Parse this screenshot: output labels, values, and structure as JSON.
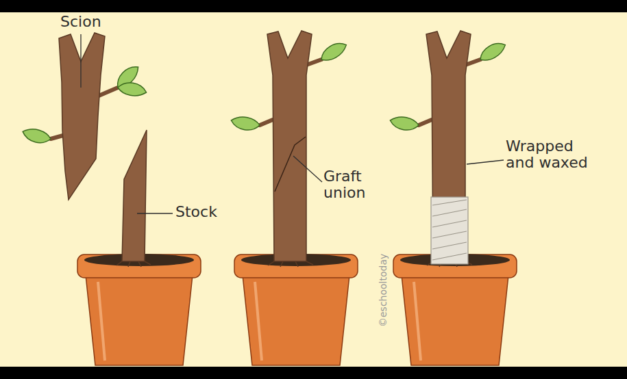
{
  "diagram": {
    "labels": [
      "Scion",
      "Stock",
      "Graft union",
      "Wrapped and waxed",
      "©eschooltoday"
    ]
  }
}
